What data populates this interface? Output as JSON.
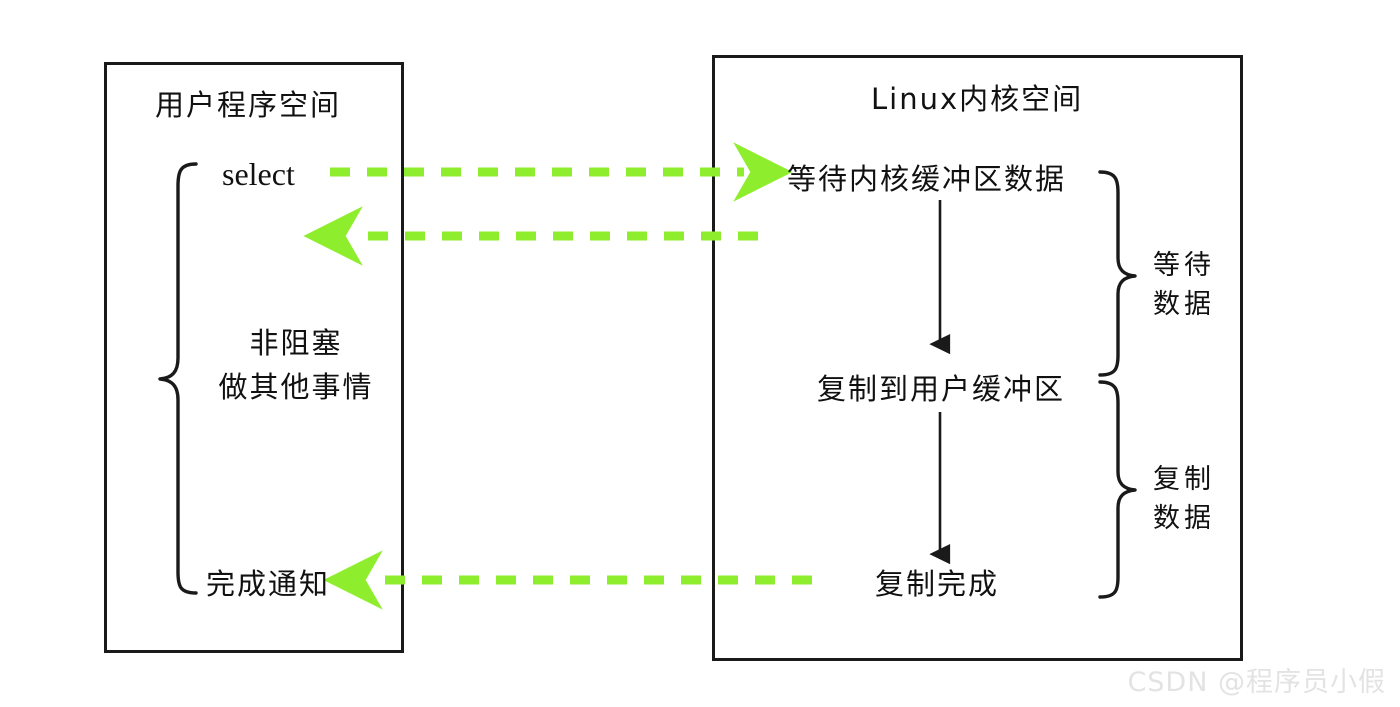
{
  "diagram": {
    "title_user": "用户程序空间",
    "title_kernel": "Linux内核空间",
    "user_space": {
      "step_select": "select",
      "step_nonblocking": "非阻塞\n做其他事情",
      "step_notify": "完成通知"
    },
    "kernel_space": {
      "step_wait": "等待内核缓冲区数据",
      "step_copy": "复制到用户缓冲区",
      "step_done": "复制完成"
    },
    "braces": {
      "wait_data": "等待\n数据",
      "copy_data": "复制\n数据"
    },
    "watermark": "CSDN @程序员小假",
    "colors": {
      "arrow_green": "#8EEE2E",
      "stroke_black": "#1a1a1a",
      "text": "#111111",
      "watermark": "#e3e3e3",
      "background": "#ffffff"
    }
  }
}
